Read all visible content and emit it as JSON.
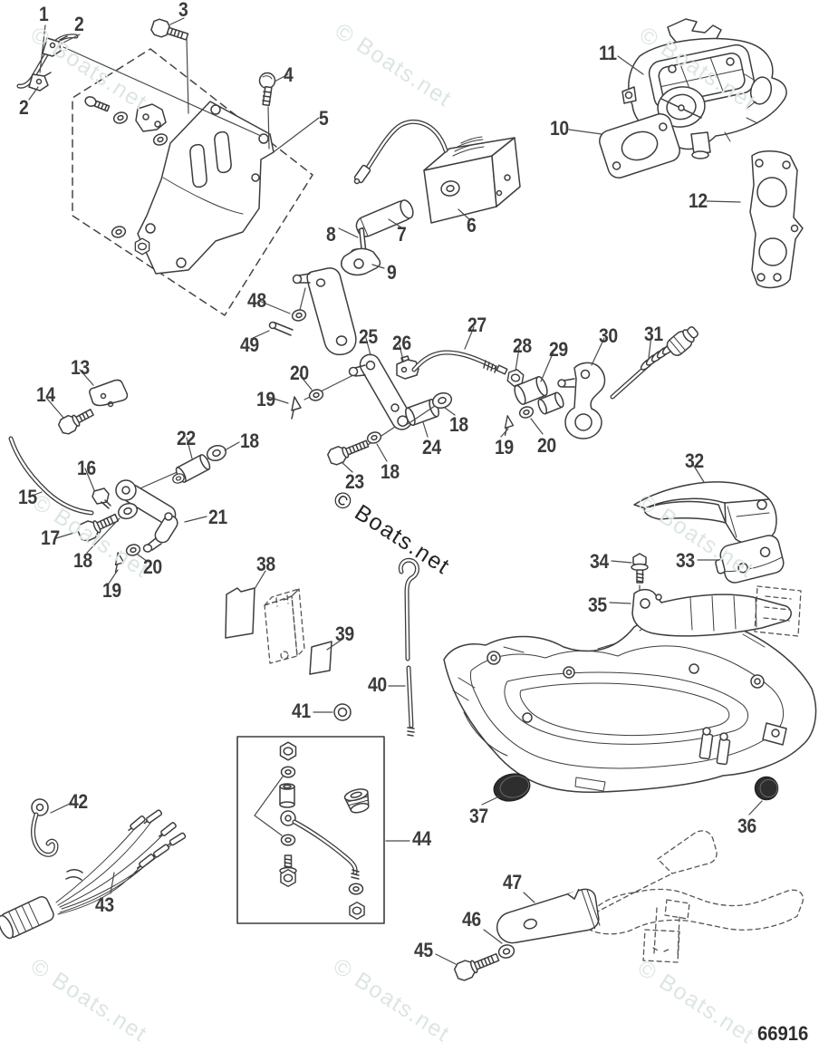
{
  "diagram": {
    "watermark": "© Boats.net",
    "part_number": "66916",
    "callouts": [
      "1",
      "2",
      "3",
      "2",
      "4",
      "5",
      "11",
      "10",
      "12",
      "6",
      "7",
      "8",
      "9",
      "48",
      "49",
      "25",
      "26",
      "27",
      "28",
      "29",
      "30",
      "31",
      "20",
      "19",
      "18",
      "23",
      "18",
      "24",
      "18",
      "19",
      "20",
      "13",
      "14",
      "15",
      "16",
      "17",
      "18",
      "22",
      "21",
      "20",
      "19",
      "32",
      "33",
      "34",
      "35",
      "38",
      "39",
      "40",
      "41",
      "37",
      "36",
      "42",
      "43",
      "44",
      "45",
      "46",
      "47"
    ]
  }
}
